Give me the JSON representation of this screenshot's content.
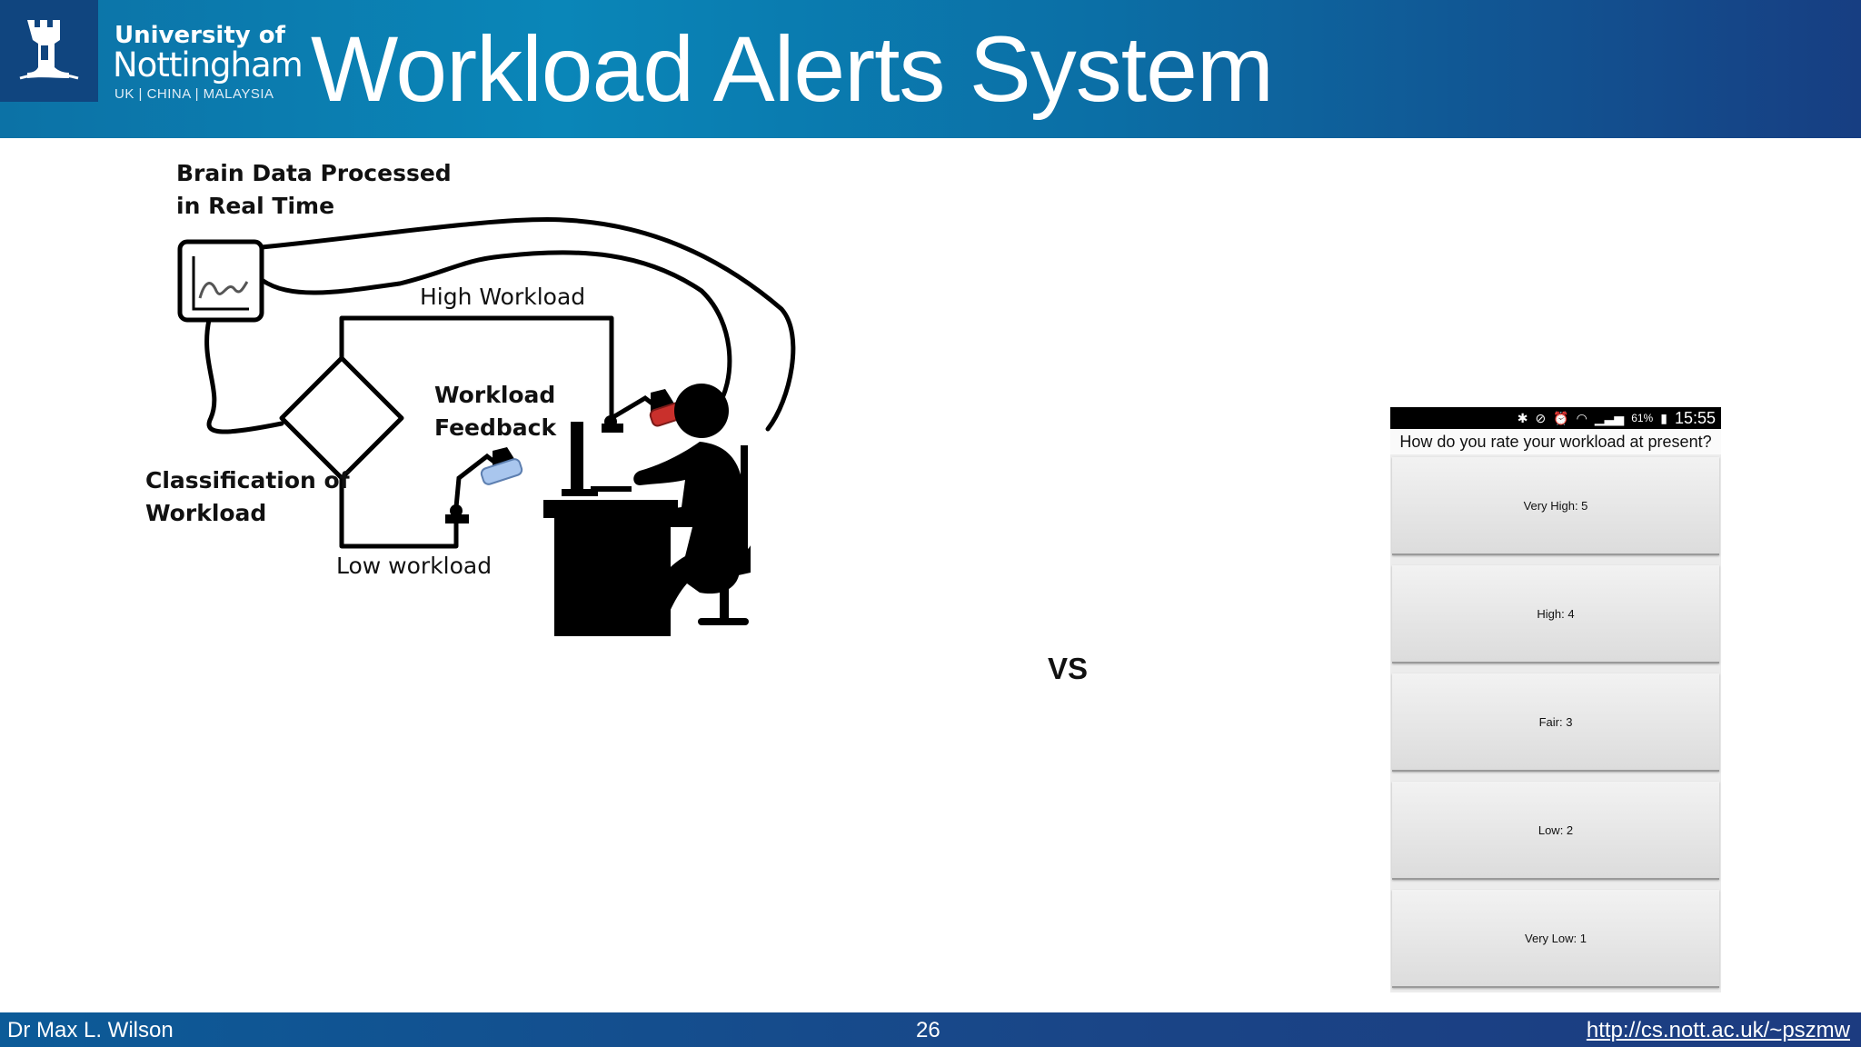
{
  "header": {
    "university_line1": "University of",
    "university_line2": "Nottingham",
    "university_line3": "UK | CHINA | MALAYSIA",
    "title": "Workload Alerts System"
  },
  "diagram": {
    "brain_label_1": "Brain Data Processed",
    "brain_label_2": "in Real Time",
    "high_workload": "High Workload",
    "feedback_1": "Workload",
    "feedback_2": "Feedback",
    "classification_1": "Classification of",
    "classification_2": "Workload",
    "low_workload": "Low workload"
  },
  "vs": "VS",
  "phone": {
    "battery": "61%",
    "time": "15:55",
    "question": "How do you rate your workload at present?",
    "options": [
      "Very High: 5",
      "High: 4",
      "Fair: 3",
      "Low: 2",
      "Very Low: 1"
    ]
  },
  "footer": {
    "author": "Dr Max L. Wilson",
    "page": "26",
    "url": "http://cs.nott.ac.uk/~pszmw"
  },
  "colors": {
    "header_blue": "#0a86b8",
    "footer_blue": "#1a4587",
    "lamp_high": "#c9302c",
    "lamp_low": "#a9c6ee"
  }
}
